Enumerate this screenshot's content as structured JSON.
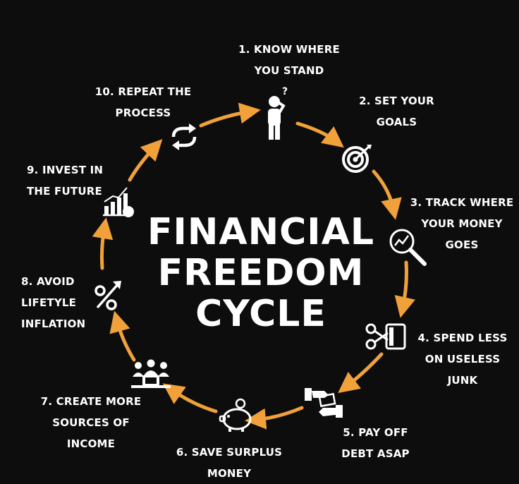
{
  "title": {
    "line1": "FINANCIAL",
    "line2": "FREEDOM",
    "line3": "CYCLE"
  },
  "colors": {
    "background": "#0d0d0d",
    "arrow": "#f0a13a",
    "text": "#ffffff"
  },
  "steps": [
    {
      "line1": "1. KNOW WHERE",
      "line2": "YOU STAND",
      "icon": "thinking-person-icon"
    },
    {
      "line1": "2. SET YOUR",
      "line2": "GOALS",
      "icon": "target-icon"
    },
    {
      "line1": "3. TRACK WHERE",
      "line2": "YOUR MONEY",
      "line3": "GOES",
      "icon": "magnifier-chart-icon"
    },
    {
      "line1": "4. SPEND LESS",
      "line2": "ON USELESS",
      "line3": "JUNK",
      "icon": "scissors-card-icon"
    },
    {
      "line1": "5. PAY OFF",
      "line2": "DEBT ASAP",
      "icon": "handshake-money-icon"
    },
    {
      "line1": "6. SAVE SURPLUS",
      "line2": "MONEY",
      "icon": "piggy-bank-icon"
    },
    {
      "line1": "7. CREATE MORE",
      "line2": "SOURCES OF",
      "line3": "INCOME",
      "icon": "team-laptop-icon"
    },
    {
      "line1": "8. AVOID",
      "line2": "LIFETYLE",
      "line3": "INFLATION",
      "icon": "percent-arrow-icon"
    },
    {
      "line1": "9. INVEST IN",
      "line2": "THE FUTURE",
      "icon": "growth-chart-icon"
    },
    {
      "line1": "10. REPEAT THE",
      "line2": "PROCESS",
      "icon": "repeat-icon"
    }
  ]
}
